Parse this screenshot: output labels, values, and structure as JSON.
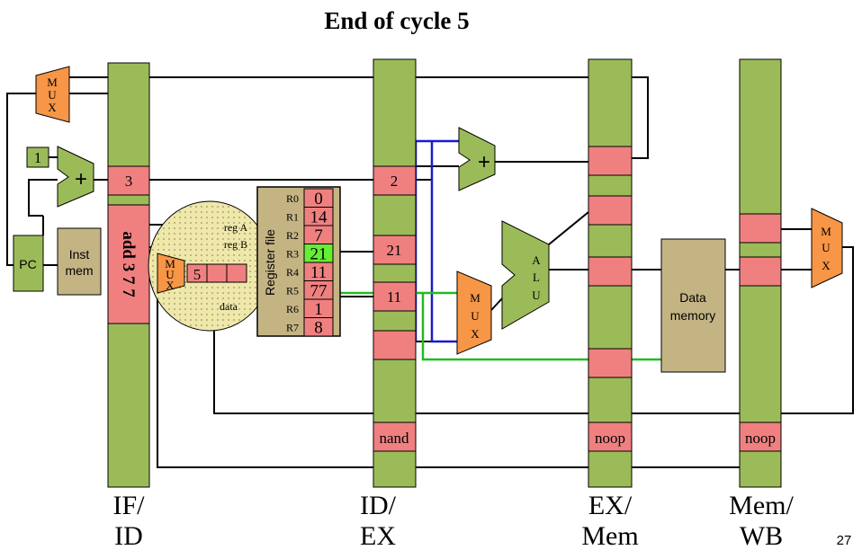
{
  "title": "End of cycle 5",
  "slide_number": "27",
  "stages": {
    "if_id": {
      "line1": "IF/",
      "line2": "ID"
    },
    "id_ex": {
      "line1": "ID/",
      "line2": "EX"
    },
    "ex_mem": {
      "line1": "EX/",
      "line2": "Mem"
    },
    "mem_wb": {
      "line1": "Mem/",
      "line2": "WB"
    }
  },
  "pc_label": "PC",
  "inst_mem": {
    "line1": "Inst",
    "line2": "mem"
  },
  "increment_const": "1",
  "plus_symbol": "+",
  "if_id_values": {
    "pc_plus": "3",
    "instruction": "add 3 7 7"
  },
  "id_ex_values": {
    "pc_plus": "2",
    "valA": "21",
    "valB": "11",
    "opcode": "nand"
  },
  "ex_mem_values": {
    "opcode": "noop"
  },
  "mem_wb_values": {
    "opcode": "noop"
  },
  "register_file": {
    "title": "Register file",
    "registers": [
      {
        "name": "R0",
        "value": "0"
      },
      {
        "name": "R1",
        "value": "14"
      },
      {
        "name": "R2",
        "value": "7"
      },
      {
        "name": "R3",
        "value": "21"
      },
      {
        "name": "R4",
        "value": "11"
      },
      {
        "name": "R5",
        "value": "77"
      },
      {
        "name": "R6",
        "value": "1"
      },
      {
        "name": "R7",
        "value": "8"
      }
    ],
    "highlighted_register": "R3",
    "highlight_color": "#66ee33"
  },
  "reg_inputs": {
    "regA": "reg A",
    "regB": "reg B",
    "data": "data",
    "dest_value": "5"
  },
  "mux_letters": [
    "M",
    "U",
    "X"
  ],
  "alu_letters": [
    "A",
    "L",
    "U"
  ],
  "data_memory": {
    "line1": "Data",
    "line2": "memory"
  },
  "colors": {
    "latch": "#9bbb59",
    "cell": "#f08080",
    "mux": "#f79646",
    "memory": "#c4b484",
    "forward_blue": "#1a1acc",
    "forward_green": "#22bb22",
    "ellipse": "#eee8aa"
  }
}
